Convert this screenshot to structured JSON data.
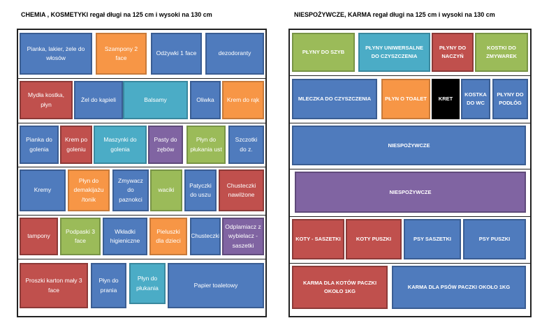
{
  "left": {
    "title": "CHEMIA , KOSMETYKI regał  długi na 125 cm i wysoki na 130 cm",
    "items": [
      "Pianka, lakier, żele do włosów",
      "Szampony 2 face",
      "Odżywki 1 face",
      "dezodoranty",
      "Mydła kostka, płyn",
      "Żel do kąpieli",
      "Balsamy",
      "Oliwka",
      "Krem do rąk",
      "Pianka do golenia",
      "Krem po goleniu",
      "Maszynki do golenia",
      "Pasty do zębów",
      "Płyn do płukania ust",
      "Szczotki do z.",
      "Kremy",
      "Płyn do demakijażu /tonik",
      "Zmywacz do paznokci",
      "waciki",
      "Patyczki do uszu",
      "Chusteczki nawilżone",
      "tampony",
      "Podpaski 3 face",
      "Wkładki higieniczne",
      "Pieluszki dla dzieci",
      "Chusteczki",
      "Odplamiacz z wybielacz - saszetki",
      "Proszki karton mały 3 face",
      "Płyn do prania",
      "Płyn do płukania",
      "Papier toaletowy"
    ]
  },
  "right": {
    "title": "NIESPOŻYWCZE, KARMA regał długi na 125 cm i wysoki na 130 cm",
    "items": [
      "PŁYNY DO SZYB",
      "PŁYNY UNIWERSALNE DO CZYSZCZENIA",
      "PŁYNY DO NACZYŃ",
      "KOSTKI DO ZMYWAREK",
      "MLECZKA DO CZYSZCZENIA",
      "PŁYN O TOALET",
      "KRET",
      "KOSTKA DO WC",
      "PŁYNY DO PODŁÓG",
      "NIESPOŻYWCZE",
      "NIESPOŻYWCZE",
      "KOTY - SASZETKI",
      "KOTY PUSZKI",
      "PSY SASZETKI",
      "PSY PUSZKI",
      "KARMA DLA KOTÓW PACZKI OKOŁO 1KG",
      "KARMA DLA PSÓW PACZKI OKOŁO 1KG"
    ]
  }
}
